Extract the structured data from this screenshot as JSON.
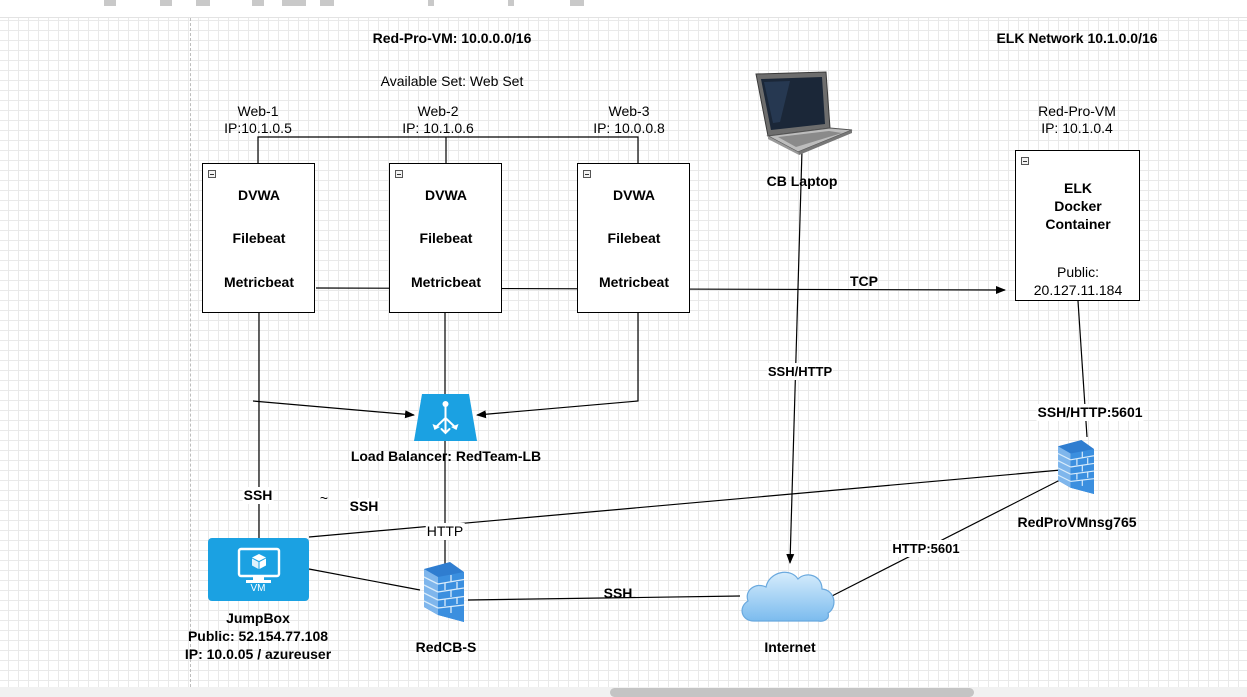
{
  "regions": {
    "red_vnet": "Red-Pro-VM: 10.0.0.0/16",
    "elk_vnet": "ELK Network 10.1.0.0/16",
    "availability_set": "Available Set: Web Set"
  },
  "web_vms": [
    {
      "name": "Web-1",
      "ip": "IP:10.1.0.5",
      "services": [
        "DVWA",
        "Filebeat",
        "Metricbeat"
      ]
    },
    {
      "name": "Web-2",
      "ip": "IP: 10.1.0.6",
      "services": [
        "DVWA",
        "Filebeat",
        "Metricbeat"
      ]
    },
    {
      "name": "Web-3",
      "ip": "IP: 10.0.0.8",
      "services": [
        "DVWA",
        "Filebeat",
        "Metricbeat"
      ]
    }
  ],
  "elk_vm": {
    "name": "Red-Pro-VM",
    "ip": "IP: 10.1.0.4",
    "lines": [
      "ELK",
      "Docker",
      "Container"
    ],
    "public_label": "Public:",
    "public_ip": "20.127.11.184"
  },
  "laptop": {
    "label": "CB Laptop"
  },
  "load_balancer": {
    "label": "Load Balancer: RedTeam-LB"
  },
  "jumpbox": {
    "icon_text": "VM",
    "name": "JumpBox",
    "public": "Public: 52.154.77.108",
    "ip": "IP: 10.0.05 / azureuser"
  },
  "firewall_red": {
    "label": "RedCB-S"
  },
  "nsg": {
    "label": "RedProVMnsg765"
  },
  "internet": {
    "label": "Internet"
  },
  "edge_labels": {
    "tcp": "TCP",
    "ssh_http": "SSH/HTTP",
    "ssh_http_5601": "SSH/HTTP:5601",
    "http_5601": "HTTP:5601",
    "ssh_jump": "SSH",
    "ssh_nsg": "SSH",
    "ssh_internet": "SSH",
    "http": "HTTP",
    "tilde": "~"
  },
  "colors": {
    "azure_blue": "#1ba1e2",
    "firewall_blue": "#3a8fd6",
    "cloud_blue": "#9fd0f5"
  }
}
